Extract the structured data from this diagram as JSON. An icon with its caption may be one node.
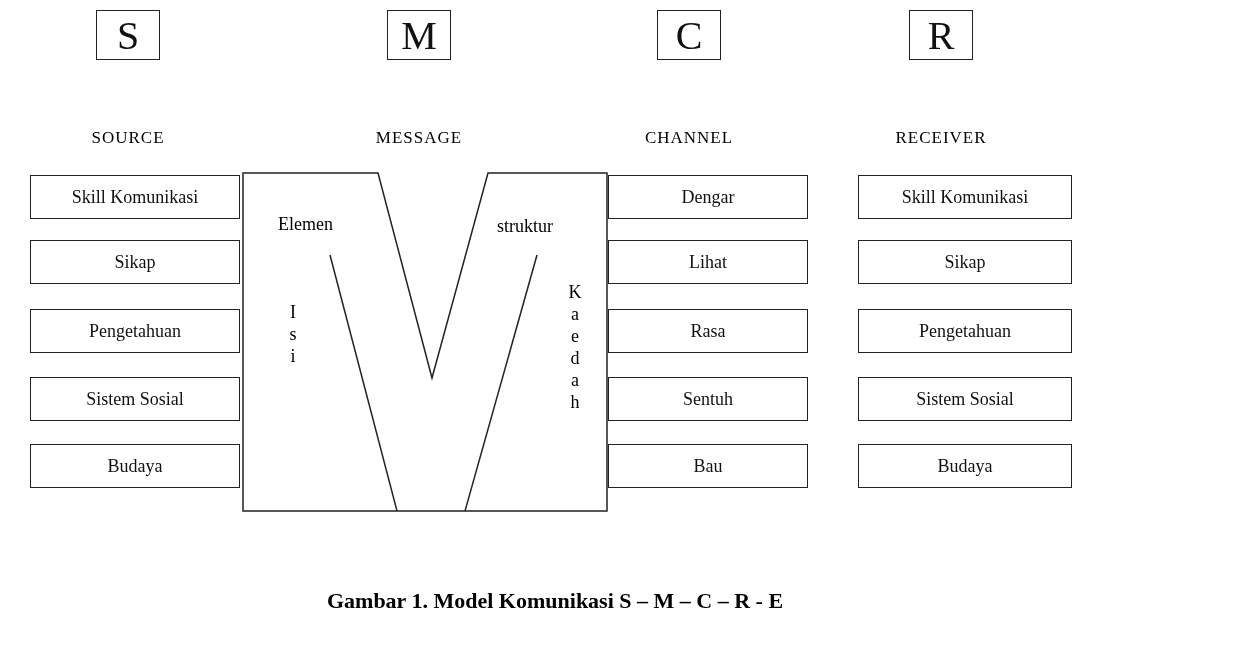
{
  "diagram": {
    "caption": "Gambar 1. Model Komunikasi S – M – C – R - E",
    "labels": [
      "SOURCE",
      "MESSAGE",
      "CHANNEL",
      "RECEIVER"
    ],
    "nodes": [
      {
        "text": [
          "S"
        ]
      },
      {
        "text": [
          "M"
        ]
      },
      {
        "text": [
          "C"
        ]
      },
      {
        "text": [
          "R"
        ]
      },
      {
        "text": [
          "Skill Komunikasi"
        ]
      },
      {
        "text": [
          "Sikap"
        ]
      },
      {
        "text": [
          "Pengetahuan"
        ]
      },
      {
        "text": [
          "Sistem Sosial"
        ]
      },
      {
        "text": [
          "Budaya"
        ]
      },
      {
        "text": [
          "Elemen",
          "Isi",
          "struktur",
          "Kaedah"
        ]
      },
      {
        "text": [
          "Dengar"
        ]
      },
      {
        "text": [
          "Lihat"
        ]
      },
      {
        "text": [
          "Rasa"
        ]
      },
      {
        "text": [
          "Sentuh"
        ]
      },
      {
        "text": [
          "Bau"
        ]
      },
      {
        "text": [
          "Skill Komunikasi"
        ]
      },
      {
        "text": [
          "Sikap"
        ]
      },
      {
        "text": [
          "Pengetahuan"
        ]
      },
      {
        "text": [
          "Sistem Sosial"
        ]
      },
      {
        "text": [
          "Budaya"
        ]
      }
    ],
    "edges": []
  }
}
